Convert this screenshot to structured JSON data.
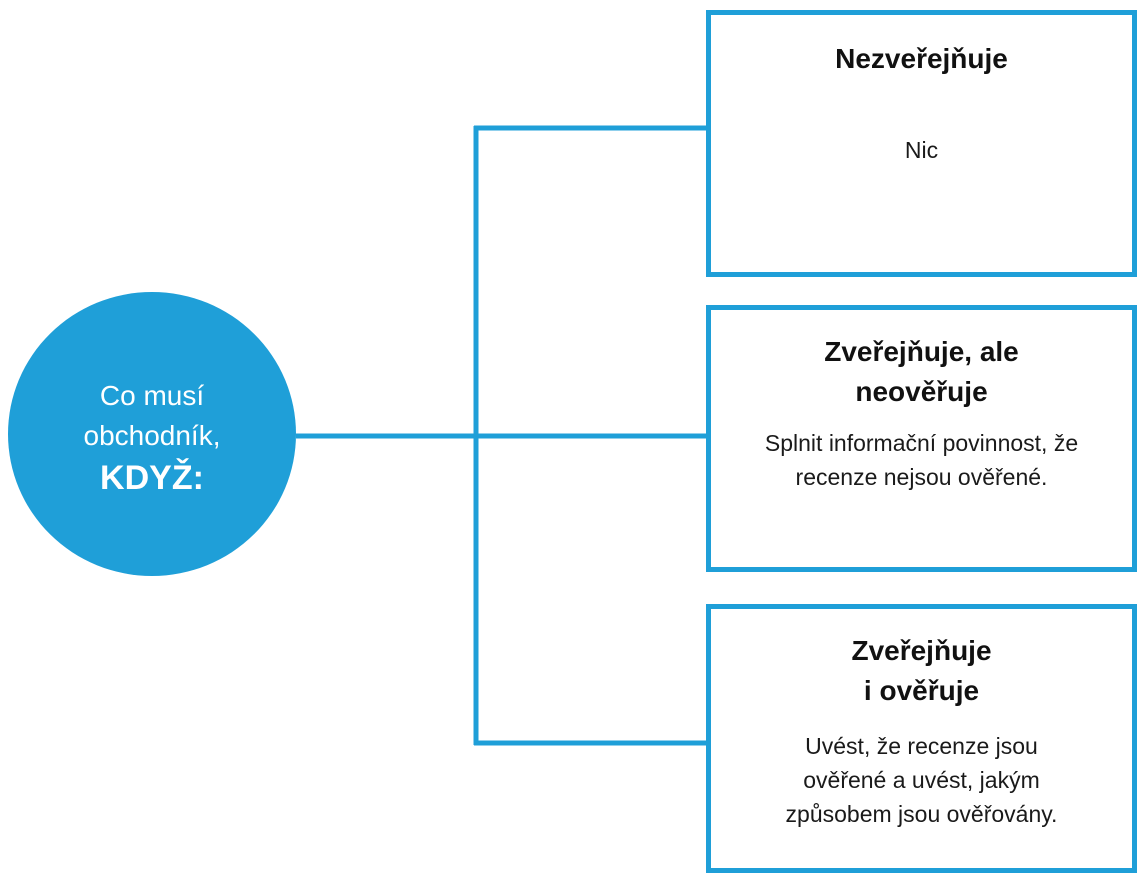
{
  "central_node": {
    "line1": "Co musí",
    "line2": "obchodník,",
    "emphasis": "KDYŽ:"
  },
  "branches": [
    {
      "title_lines": [
        "Nezveřejňuje"
      ],
      "body_lines": [
        "Nic"
      ]
    },
    {
      "title_lines": [
        "Zveřejňuje, ale",
        "neověřuje"
      ],
      "body_lines": [
        "Splnit informační povinnost, že",
        "recenze nejsou ověřené."
      ]
    },
    {
      "title_lines": [
        "Zveřejňuje",
        "i ověřuje"
      ],
      "body_lines": [
        "Uvést, že recenze jsou",
        "ověřené a uvést, jakým",
        "způsobem jsou ověřovány."
      ]
    }
  ],
  "colors": {
    "accent": "#1f9fd8",
    "text": "#111111",
    "background": "#ffffff"
  }
}
